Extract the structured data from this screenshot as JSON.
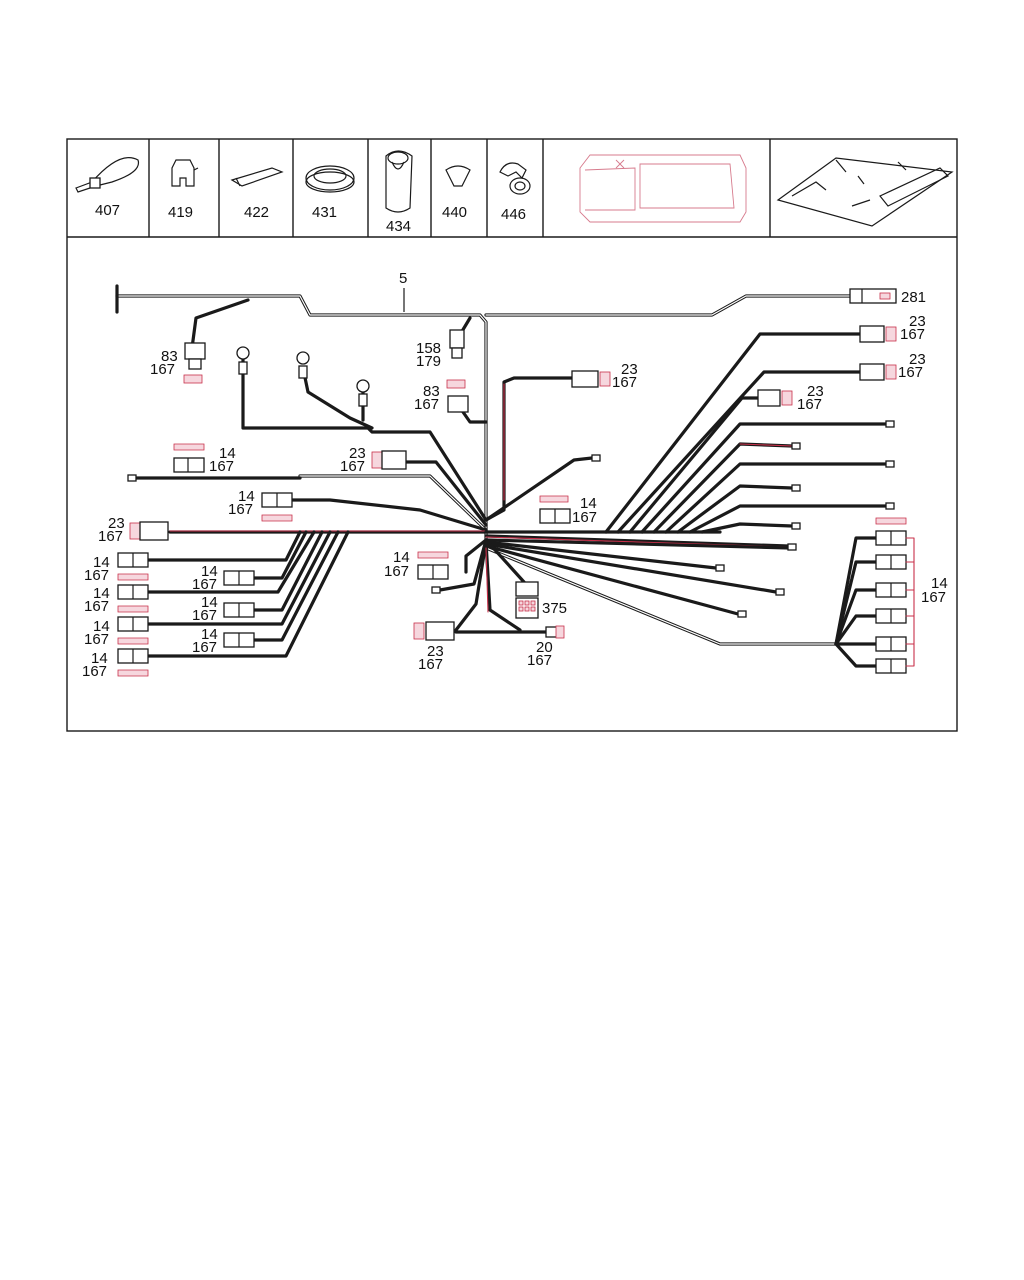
{
  "parts_strip": [
    {
      "id": "407",
      "icon": "cable-tie-icon"
    },
    {
      "id": "419",
      "icon": "clip-icon"
    },
    {
      "id": "422",
      "icon": "tape-icon"
    },
    {
      "id": "431",
      "icon": "grommet-ring-icon"
    },
    {
      "id": "434",
      "icon": "sleeve-icon"
    },
    {
      "id": "440",
      "icon": "plug-cap-icon"
    },
    {
      "id": "446",
      "icon": "grommet-icon"
    }
  ],
  "callouts": {
    "harness": "5",
    "c281": "281",
    "c83": "83",
    "c167": "167",
    "c158": "158",
    "c179": "179",
    "c23": "23",
    "c14": "14",
    "c20": "20",
    "c375": "375"
  },
  "colors": {
    "wire": "#1a1a1a",
    "accent": "#c8304a",
    "frame": "#1a1a1a"
  }
}
